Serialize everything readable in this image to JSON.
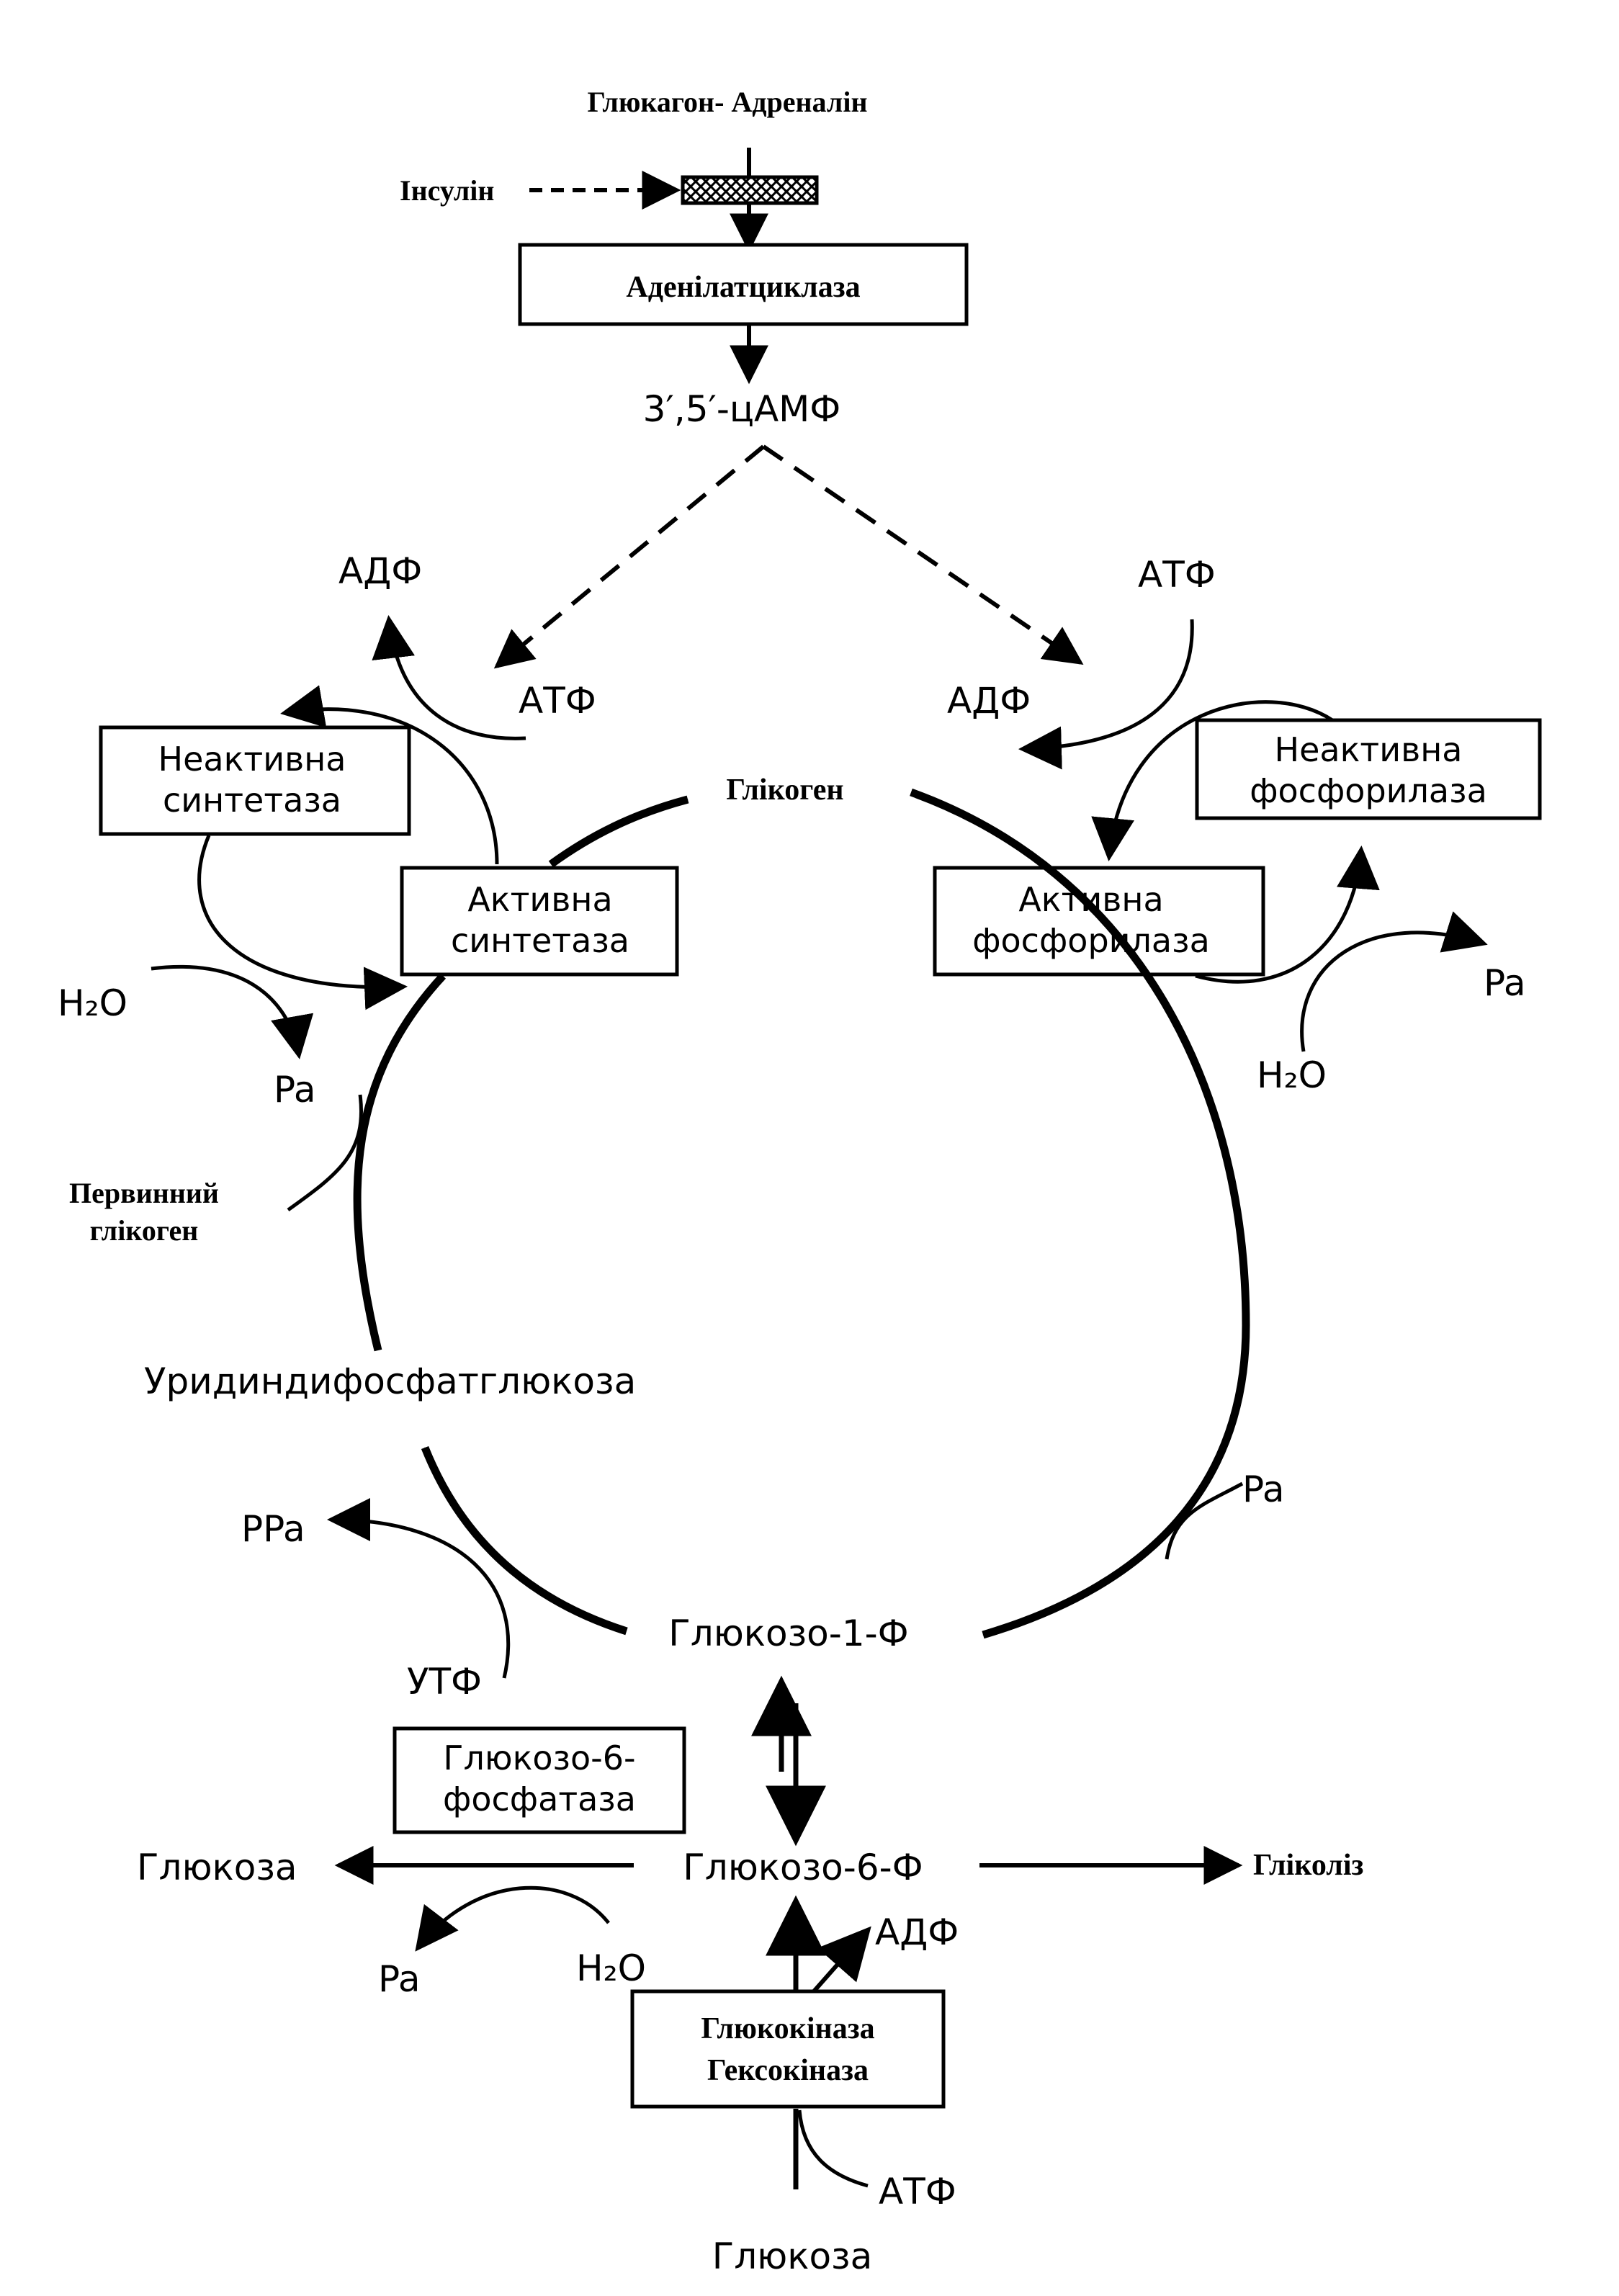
{
  "hormones": {
    "glucagon_adrenaline": "Глюкагон- Адреналін",
    "insulin": "Інсулін"
  },
  "enzymes": {
    "adenylate_cyclase": "Аденілатциклаза",
    "inactive_synthetase": [
      "Неактивна",
      "синтетаза"
    ],
    "active_synthetase": [
      "Активна",
      "синтетаза"
    ],
    "inactive_phosphorylase": [
      "Неактивна",
      "фосфорилаза"
    ],
    "active_phosphorylase": [
      "Активна",
      "фосфорилаза"
    ],
    "glucose6phosphatase": [
      "Глюкозо-6-",
      "фосфатаза"
    ],
    "glucokinase": [
      "Глюкокіназа",
      "Гексокіназа"
    ]
  },
  "metabolites": {
    "camp": "3′,5′-цАМФ",
    "glycogen": "Глікоген",
    "primary_glycogen": [
      "Первинний",
      "глікоген"
    ],
    "udp_glucose": "Уридиндифосфатглюкоза",
    "glucose1p": "Глюкозо-1-Ф",
    "glucose6p": "Глюкозо-6-Ф",
    "glucose_out": "Глюкоза",
    "glucose_in": "Глюкоза",
    "glycolysis": "Гліколіз"
  },
  "cofactors": {
    "adp_left": "АДФ",
    "atp_left": "АТФ",
    "atp_right": "АТФ",
    "adp_right": "АДФ",
    "h2o_left": "H₂O",
    "pa_left": "Pa",
    "pa_right": "Pa",
    "h2o_right": "H₂O",
    "pa_cycle": "Pa",
    "ppa": "PPa",
    "utp": "УТФ",
    "pa_bottom": "Pa",
    "h2o_bottom": "H₂O",
    "adp_bottom": "АДФ",
    "atp_bottom": "АТФ"
  }
}
